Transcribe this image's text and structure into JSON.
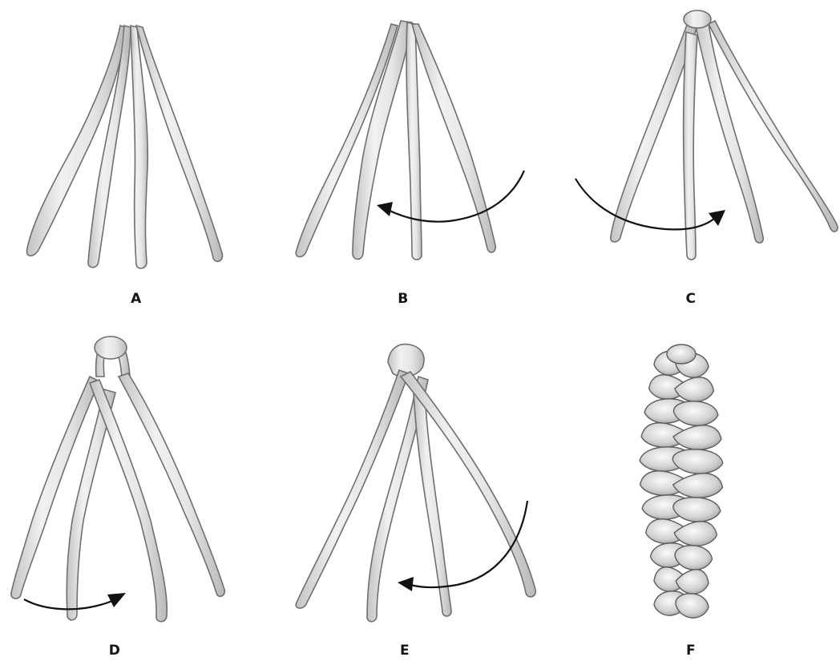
{
  "panels": [
    {
      "id": "A",
      "label": "A"
    },
    {
      "id": "B",
      "label": "B"
    },
    {
      "id": "C",
      "label": "C"
    },
    {
      "id": "D",
      "label": "D"
    },
    {
      "id": "E",
      "label": "E"
    },
    {
      "id": "F",
      "label": "F"
    }
  ],
  "colors": {
    "strand_fill_light": "#f2f2f2",
    "strand_fill_dark": "#bdbdbd",
    "strand_outline": "#6f6f6f",
    "arrow": "#111111",
    "label": "#151515"
  }
}
